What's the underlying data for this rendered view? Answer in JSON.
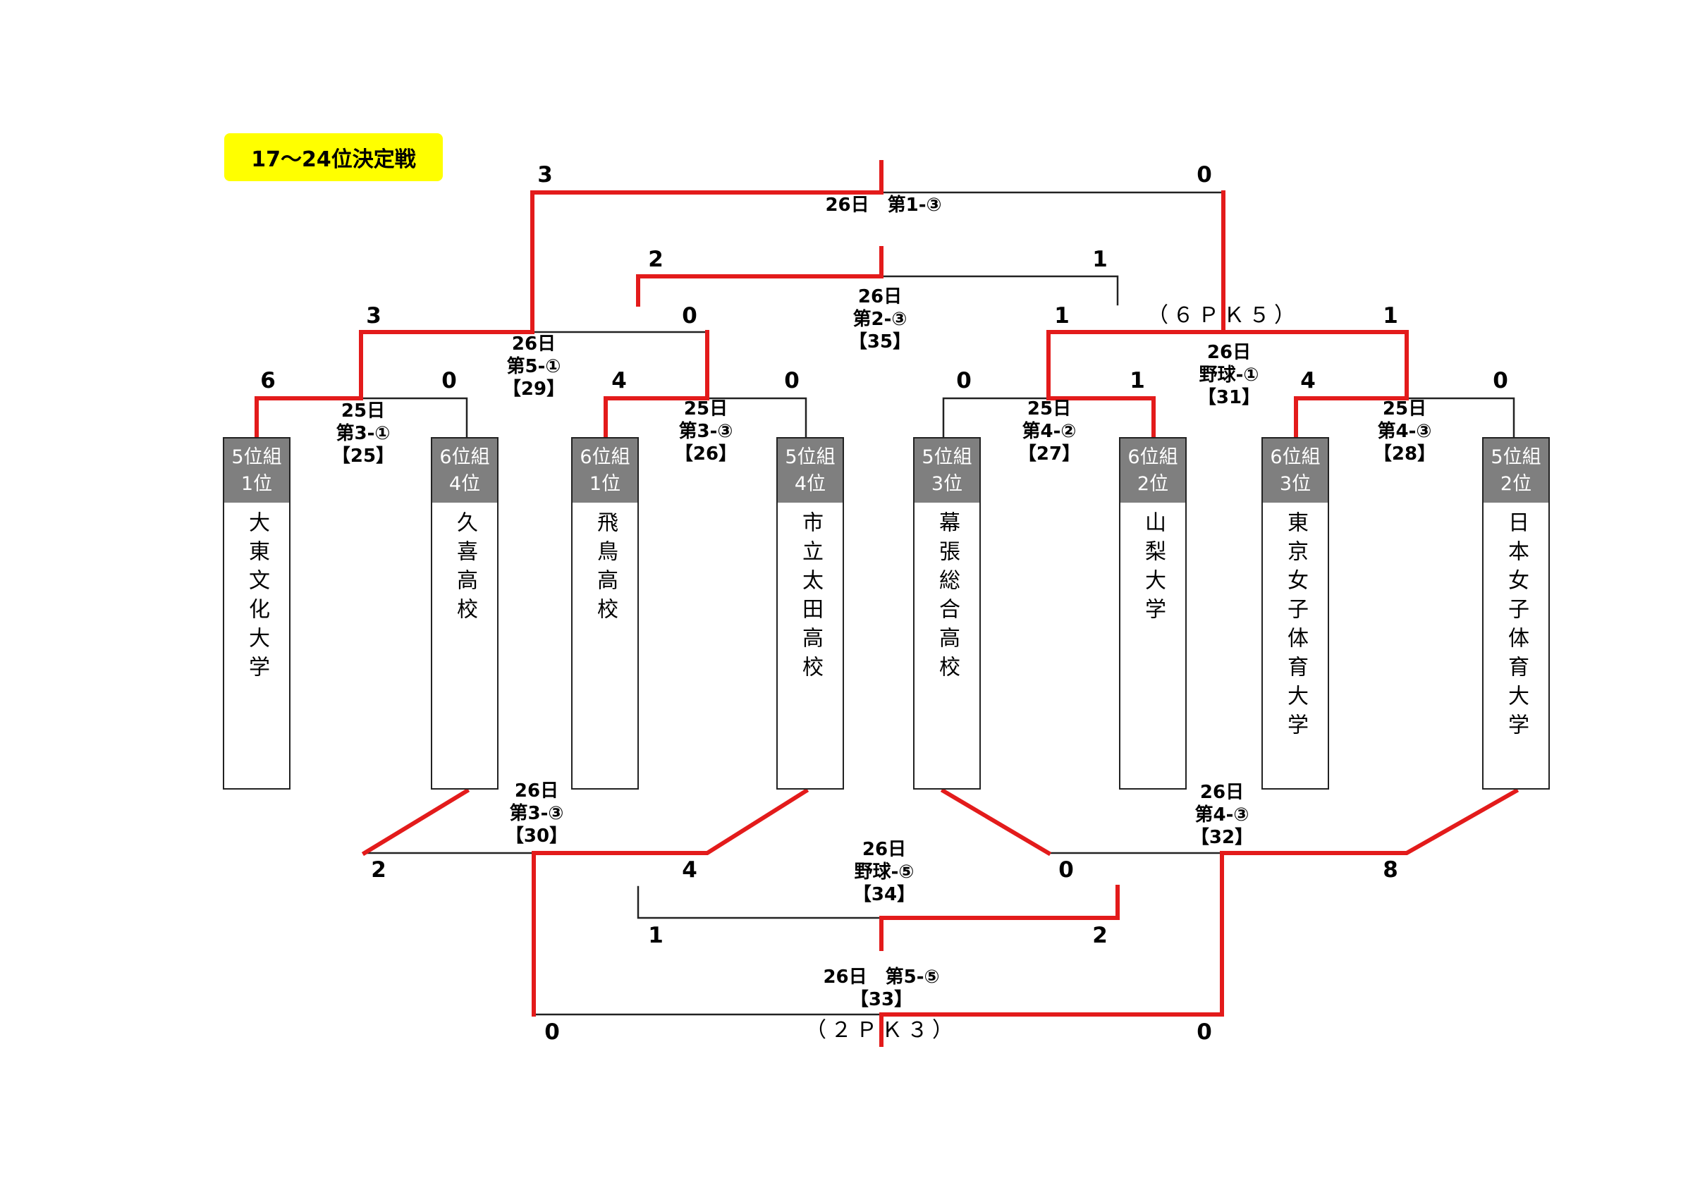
{
  "title": "17～24位決定戦",
  "colors": {
    "win": "#e31b1b",
    "line": "#222222",
    "seed_bg": "#7f7f7f",
    "title_bg": "#ffff00"
  },
  "teams": [
    {
      "seed_group": "5位組",
      "seed_rank": "1位",
      "name": "大東文化大学"
    },
    {
      "seed_group": "6位組",
      "seed_rank": "4位",
      "name": "久喜高校"
    },
    {
      "seed_group": "6位組",
      "seed_rank": "1位",
      "name": "飛鳥高校"
    },
    {
      "seed_group": "5位組",
      "seed_rank": "4位",
      "name": "市立太田高校"
    },
    {
      "seed_group": "5位組",
      "seed_rank": "3位",
      "name": "幕張総合高校"
    },
    {
      "seed_group": "6位組",
      "seed_rank": "2位",
      "name": "山梨大学"
    },
    {
      "seed_group": "6位組",
      "seed_rank": "3位",
      "name": "東京女子体育大学"
    },
    {
      "seed_group": "5位組",
      "seed_rank": "2位",
      "name": "日本女子体育大学"
    }
  ],
  "matches": {
    "m25": {
      "day": "25日",
      "slot": "第3-①",
      "no": "【25】",
      "score_left": "6",
      "score_right": "0"
    },
    "m26": {
      "day": "25日",
      "slot": "第3-③",
      "no": "【26】",
      "score_left": "4",
      "score_right": "0"
    },
    "m27": {
      "day": "25日",
      "slot": "第4-②",
      "no": "【27】",
      "score_left": "0",
      "score_right": "1"
    },
    "m28": {
      "day": "25日",
      "slot": "第4-③",
      "no": "【28】",
      "score_left": "4",
      "score_right": "0"
    },
    "m29": {
      "day": "26日",
      "slot": "第5-①",
      "no": "【29】",
      "score_left": "3",
      "score_right": "0"
    },
    "m31": {
      "day": "26日",
      "slot": "野球-①",
      "no": "【31】",
      "score_left": "1",
      "score_right": "1",
      "pk": "（６ＰＫ５）"
    },
    "m35": {
      "day": "26日",
      "slot": "第2-③",
      "no": "【35】",
      "score_left": "2",
      "score_right": "1"
    },
    "m1": {
      "label": "26日　第1-③",
      "score_left": "3",
      "score_right": "0"
    },
    "m30": {
      "day": "26日",
      "slot": "第3-③",
      "no": "【30】",
      "score_left": "2",
      "score_right": "4"
    },
    "m32": {
      "day": "26日",
      "slot": "第4-③",
      "no": "【32】",
      "score_left": "0",
      "score_right": "8"
    },
    "m34": {
      "day": "26日",
      "slot": "野球-⑤",
      "no": "【34】",
      "score_left": "1",
      "score_right": "2"
    },
    "m33": {
      "label": "26日　第5-⑤",
      "no": "【33】",
      "score_left": "0",
      "score_right": "0",
      "pk": "（２ＰＫ３）"
    }
  }
}
